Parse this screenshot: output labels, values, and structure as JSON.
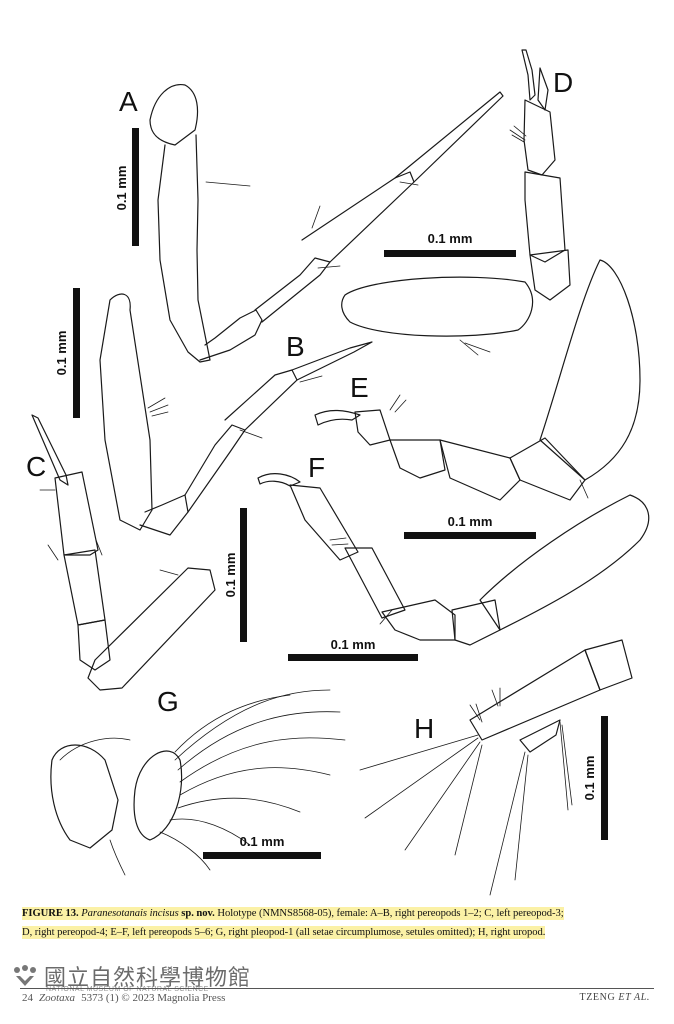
{
  "figure": {
    "panel_labels": [
      "A",
      "B",
      "C",
      "D",
      "E",
      "F",
      "G",
      "H"
    ],
    "scale_bar_label": "0.1 mm"
  },
  "caption": {
    "label": "FIGURE 13.",
    "species": "Paranesotanais incisus",
    "status": "sp. nov.",
    "text_1": " Holotype (NMNS8568-05), female: A–B, right pereopods 1–2; C, left pereopod-3;",
    "text_2": "D, right pereopod-4; E–F, left pereopods 5–6; G, right pleopod-1 (all setae circumplumose, setules omitted); H, right uropod."
  },
  "footer": {
    "page_number": "24",
    "journal": "Zootaxa",
    "citation": "5373 (1) © 2023 Magnolia Press",
    "authors": "TZENG",
    "et_al": "ET AL."
  },
  "stamp": {
    "title": "國立自然科學博物館",
    "subtitle": "NATIONAL MUSEUM OF NATURAL SCIENCE"
  }
}
